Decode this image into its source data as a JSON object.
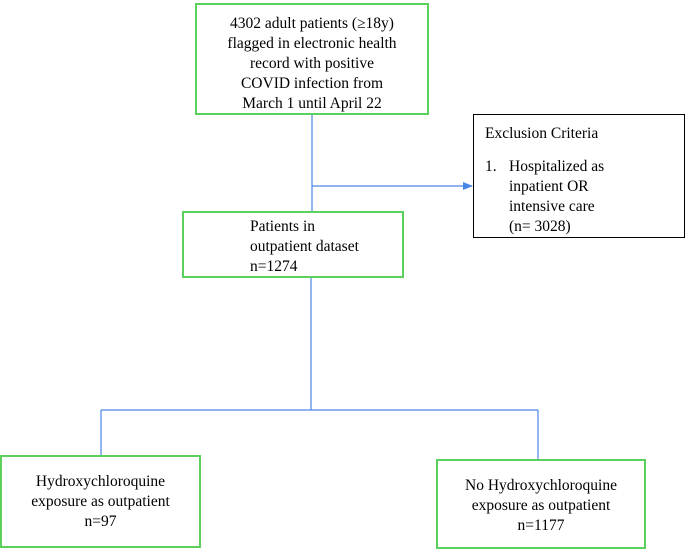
{
  "total_box": {
    "lines": [
      "4302 adult patients (≥18y)",
      "flagged  in electronic health",
      "record with  positive",
      "COVID infection from",
      "March 1 until April 22"
    ]
  },
  "exclusion_box": {
    "heading": "Exclusion Criteria",
    "item_number": "1.",
    "item_lines": [
      "Hospitalized as",
      "inpatient OR",
      "intensive care",
      "(n= 3028)"
    ]
  },
  "outpatient_box": {
    "lines": [
      "Patients in",
      "outpatient dataset",
      "n=1274"
    ]
  },
  "hcq_box": {
    "lines": [
      "Hydroxychloroquine",
      "exposure as outpatient",
      "n=97"
    ]
  },
  "no_hcq_box": {
    "lines": [
      "No Hydroxychloroquine",
      "exposure as outpatient",
      "n=1177"
    ]
  },
  "colors": {
    "connector": "#4a86e8",
    "box_border": "#5cd05c",
    "exclusion_border": "#000000"
  }
}
